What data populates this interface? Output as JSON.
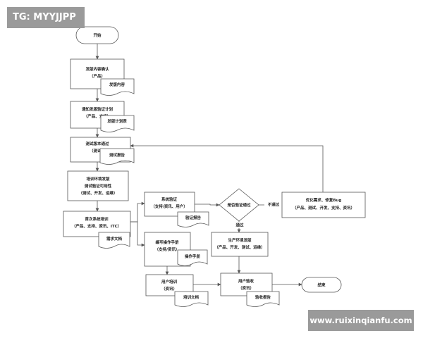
{
  "badges": {
    "top_left": "TG: MYYJJPP",
    "bottom_right": "www.ruixinqianfu.com"
  },
  "flow": {
    "start": "开始",
    "confirm_content": [
      "发版内容确认",
      "（产品）"
    ],
    "doc_release_content": "发版内容",
    "notify_plan": [
      "通知发版验证计划",
      "（产品、支持）"
    ],
    "doc_release_plan": "发版计划表",
    "test_pass": [
      "测试版本通过",
      "（测试）"
    ],
    "doc_test_report": "测试报告",
    "training_env": [
      "培训环境发版",
      "测试验证可用性",
      "（测试、开发、运维）"
    ],
    "first_training": [
      "首次系统培训",
      "（产品、支持、资讯、ITC）"
    ],
    "doc_requirements": "需求文档",
    "system_verify": [
      "系统验证",
      "（支持/资讯、用户）"
    ],
    "doc_verify_report": "验证报告",
    "decision_verify": "是否验证通过",
    "label_fail": "不通过",
    "label_pass": "通过",
    "optimize": [
      "优化需求、修复Bug",
      "（产品、测试、开发、支持、资讯）"
    ],
    "manual": [
      "编写操作手册",
      "（支持/资讯）"
    ],
    "doc_manual": "操作手册",
    "prod_release": [
      "生产环境发版",
      "（产品、开发、测试、运维）"
    ],
    "user_training": [
      "用户培训",
      "（资讯）"
    ],
    "doc_training": "培训文档",
    "acceptance": [
      "用户验收",
      "（资讯）"
    ],
    "doc_acceptance": "验收报告",
    "end": "结束"
  }
}
